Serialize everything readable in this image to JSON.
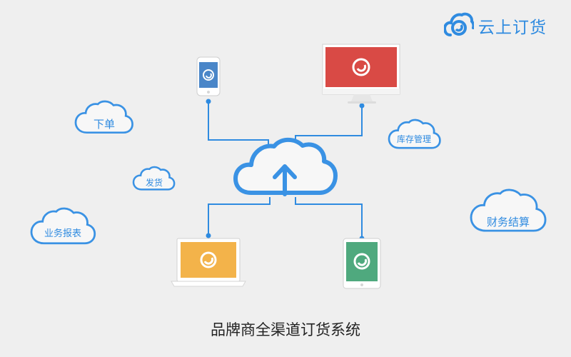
{
  "brand": {
    "name": "云上订货",
    "color": "#2f8be0",
    "icon": "brand-cloud-logo-icon"
  },
  "caption": "品牌商全渠道订货系统",
  "clouds": {
    "order": "下单",
    "shipping": "发货",
    "reports": "业务报表",
    "inventory": "库存管理",
    "settlement": "财务结算"
  },
  "hub": {
    "icon": "cloud-upload-icon"
  },
  "devices": {
    "phone": {
      "color": "#4a86c8",
      "icon": "app-logo-icon"
    },
    "monitor": {
      "color": "#d94a45",
      "icon": "app-logo-icon"
    },
    "laptop": {
      "color": "#f3b34a",
      "icon": "app-logo-icon"
    },
    "tablet": {
      "color": "#4fa97e",
      "icon": "app-logo-icon"
    }
  },
  "colors": {
    "line": "#2f8be0",
    "cloud_stroke": "#3a92e4"
  }
}
